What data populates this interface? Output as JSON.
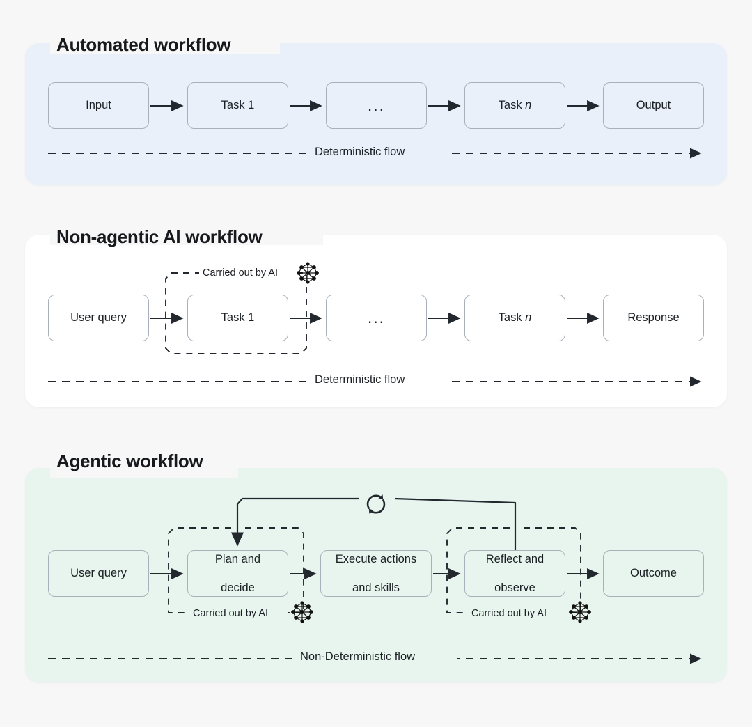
{
  "page": {
    "background_color": "#f7f7f7",
    "title": "AI workflow comparison diagram"
  },
  "panels": [
    {
      "id": "automated",
      "title": "Automated workflow",
      "background_color": "#e9f0fa",
      "nodes": [
        {
          "label": "Input"
        },
        {
          "label": "Task 1"
        },
        {
          "label": "..."
        },
        {
          "label": "Task n",
          "italic_suffix": "n"
        },
        {
          "label": "Output"
        }
      ],
      "flow_label": "Deterministic flow",
      "ai_regions": []
    },
    {
      "id": "nonagentic",
      "title": "Non-agentic AI workflow",
      "background_color": "#ffffff",
      "nodes": [
        {
          "label": "User query"
        },
        {
          "label": "Task 1"
        },
        {
          "label": "..."
        },
        {
          "label": "Task n",
          "italic_suffix": "n"
        },
        {
          "label": "Response"
        }
      ],
      "flow_label": "Deterministic flow",
      "ai_regions": [
        {
          "label": "Carried out by AI",
          "icon": "neural-network-icon",
          "label_position": "top",
          "wraps_node": "Task 1"
        }
      ]
    },
    {
      "id": "agentic",
      "title": "Agentic workflow",
      "background_color": "#e8f5ef",
      "nodes": [
        {
          "label": "User query"
        },
        {
          "label": "Plan and decide",
          "line1": "Plan and",
          "line2": "decide"
        },
        {
          "label": "Execute actions and skills",
          "line1": "Execute actions",
          "line2": "and skills"
        },
        {
          "label": "Reflect and observe",
          "line1": "Reflect and",
          "line2": "observe"
        },
        {
          "label": "Outcome"
        }
      ],
      "flow_label": "Non-Deterministic flow",
      "loop": {
        "icon": "loop-refresh-icon",
        "from_node": "Reflect and observe",
        "to_node": "Plan and decide"
      },
      "ai_regions": [
        {
          "label": "Carried out by AI",
          "icon": "neural-network-icon",
          "label_position": "bottom",
          "wraps_node": "Plan and decide"
        },
        {
          "label": "Carried out by AI",
          "icon": "neural-network-icon",
          "label_position": "bottom",
          "wraps_node": "Reflect and observe"
        }
      ]
    }
  ],
  "colors": {
    "page_bg": "#f7f7f7",
    "panel_blue": "#e9f0fa",
    "panel_white": "#ffffff",
    "panel_green": "#e8f5ef",
    "box_border": "#a8b0ba",
    "stroke": "#22282e",
    "text": "#1b1f23"
  }
}
